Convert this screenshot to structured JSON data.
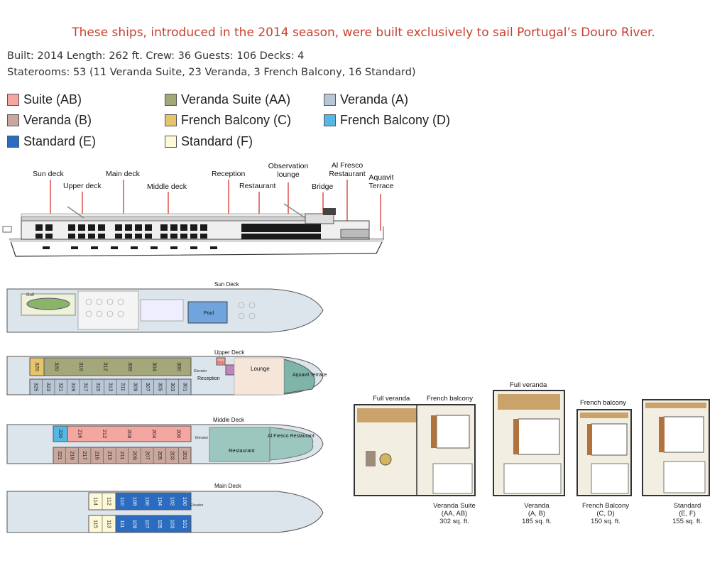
{
  "headline": "These ships, introduced in the 2014 season, were built exclusively to sail Portugal’s Douro River.",
  "specs": "Built: 2014  Length: 262 ft.  Crew: 36  Guests: 106  Decks: 4",
  "staterooms": "Staterooms: 53 (11 Veranda Suite, 23 Veranda, 3 French Balcony, 16 Standard)",
  "legend": [
    {
      "label": "Suite (AB)",
      "color": "#f4a6a0"
    },
    {
      "label": "Veranda Suite (AA)",
      "color": "#a3a77a"
    },
    {
      "label": "Veranda (A)",
      "color": "#b9c6d6"
    },
    {
      "label": "Veranda (B)",
      "color": "#c9a79c"
    },
    {
      "label": "French Balcony (C)",
      "color": "#e6c46a"
    },
    {
      "label": "French Balcony (D)",
      "color": "#55b7e3"
    },
    {
      "label": "Standard (E)",
      "color": "#2b6cc0"
    },
    {
      "label": "Standard (F)",
      "color": "#fdf9d6"
    }
  ],
  "profile_labels": {
    "sun_deck": "Sun deck",
    "upper_deck": "Upper deck",
    "main_deck": "Main deck",
    "middle_deck": "Middle deck",
    "reception": "Reception",
    "restaurant": "Restaurant",
    "observation": "Observation lounge",
    "bridge": "Bridge",
    "al_fresco": "Al Fresco Restaurant",
    "aquavit": "Aquavit Terrace"
  },
  "decks": {
    "sun": {
      "title": "Sun Deck",
      "golf": "Golf",
      "pool": "Pool"
    },
    "upper": {
      "title": "Upper Deck",
      "top": [
        "326",
        "320",
        "316",
        "312",
        "308",
        "304",
        "300"
      ],
      "bottom": [
        "325",
        "323",
        "321",
        "319",
        "317",
        "315",
        "313",
        "311",
        "309",
        "307",
        "305",
        "303",
        "301"
      ],
      "reception": "Reception",
      "elevator": "Elevator",
      "shop": "Shop",
      "lounge": "Lounge",
      "terrace": "Aquavit Terrace"
    },
    "middle": {
      "title": "Middle Deck",
      "top": [
        "220",
        "216",
        "212",
        "208",
        "204",
        "200"
      ],
      "bottom": [
        "221",
        "219",
        "217",
        "215",
        "213",
        "211",
        "209",
        "207",
        "205",
        "203",
        "201"
      ],
      "elevator": "Elevator",
      "restaurant": "Restaurant",
      "al_fresco": "Al Fresco Restaurant"
    },
    "main": {
      "title": "Main Deck",
      "top": [
        "114",
        "112",
        "110",
        "108",
        "106",
        "104",
        "102",
        "100"
      ],
      "bottom": [
        "115",
        "113",
        "111",
        "109",
        "107",
        "105",
        "103",
        "101"
      ],
      "elevator": "Elevator"
    }
  },
  "cabins": {
    "full_veranda_1": "Full veranda",
    "french_balcony_1": "French balcony",
    "full_veranda_2": "Full veranda",
    "french_balcony_2": "French balcony",
    "sizes": [
      {
        "name": "Veranda Suite",
        "cat": "(AA, AB)",
        "area": "302 sq. ft."
      },
      {
        "name": "Veranda",
        "cat": "(A, B)",
        "area": "185 sq. ft."
      },
      {
        "name": "French Balcony",
        "cat": "(C, D)",
        "area": "150 sq. ft."
      },
      {
        "name": "Standard",
        "cat": "(E, F)",
        "area": "155 sq. ft."
      }
    ]
  }
}
